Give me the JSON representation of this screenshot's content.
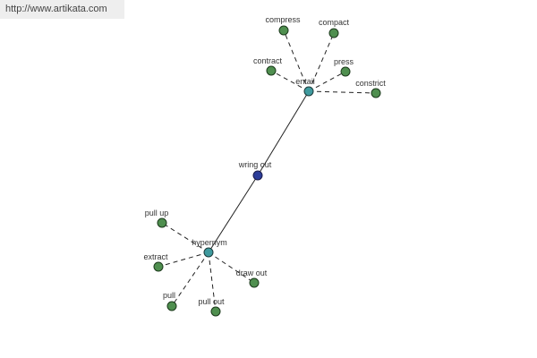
{
  "header": {
    "url_text": "http://www.artikata.com"
  },
  "colors": {
    "leaf_fill": "#4f8f4f",
    "center_fill": "#3f9a9e",
    "root_fill": "#2c3d99",
    "node_stroke": "#1c3a1c",
    "edge": "#222222",
    "label": "#333333"
  },
  "graph": {
    "root": {
      "id": "wring_out",
      "label": "wring out"
    },
    "groups": [
      {
        "id": "entail",
        "label": "entail",
        "relation": "entail",
        "leaves": [
          {
            "id": "compress",
            "label": "compress"
          },
          {
            "id": "compact",
            "label": "compact"
          },
          {
            "id": "contract",
            "label": "contract"
          },
          {
            "id": "press",
            "label": "press"
          },
          {
            "id": "constrict",
            "label": "constrict"
          }
        ]
      },
      {
        "id": "hypernym",
        "label": "hypernym",
        "relation": "hypernym",
        "leaves": [
          {
            "id": "pull_up",
            "label": "pull up"
          },
          {
            "id": "extract",
            "label": "extract"
          },
          {
            "id": "draw_out",
            "label": "draw out"
          },
          {
            "id": "pull",
            "label": "pull"
          },
          {
            "id": "pull_out",
            "label": "pull out"
          }
        ]
      }
    ]
  }
}
